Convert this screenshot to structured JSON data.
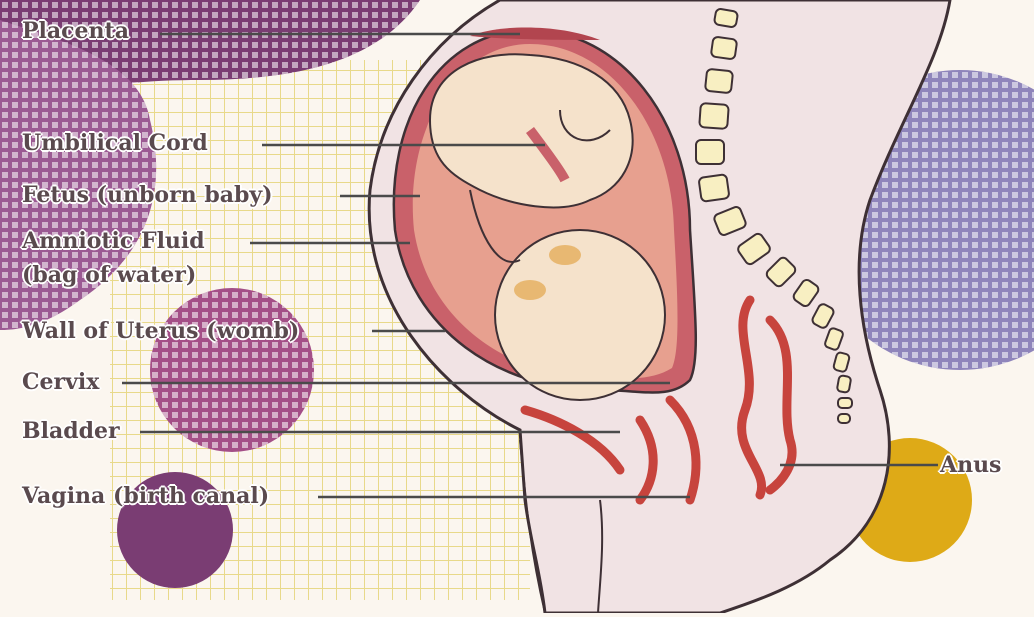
{
  "labels": {
    "placenta": "Placenta",
    "umbilical_cord": "Umbilical Cord",
    "fetus": "Fetus (unborn baby)",
    "amniotic_fluid_line1": "Amniotic Fluid",
    "amniotic_fluid_line2": "(bag of water)",
    "wall_of_uterus": "Wall of Uterus (womb)",
    "cervix": "Cervix",
    "bladder": "Bladder",
    "vagina": "Vagina (birth canal)",
    "anus": "Anus"
  },
  "colors": {
    "background": "#fbf6ef",
    "body_skin": "#f1e3e4",
    "uterus_wall": "#c9616a",
    "amniotic": "#e7a08f",
    "fetus_skin": "#f5e2cb",
    "spine": "#f8efc2",
    "organ_tubes": "#c7443d",
    "deco_purple_dark": "#7a3d73",
    "deco_purple": "#9b5a93",
    "deco_lavender": "#8f85bb",
    "deco_magenta": "#a44f87",
    "deco_gold": "#deaa17",
    "grid_yellow": "#f1e4a4",
    "leader_lines": "#4a4a4a"
  }
}
